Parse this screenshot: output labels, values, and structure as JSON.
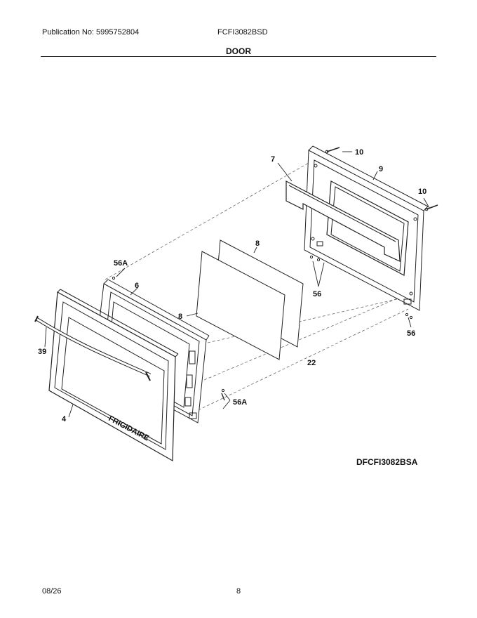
{
  "header": {
    "publication": "Publication No: 5995752804",
    "model": "FCFI3082BSD",
    "section_title": "DOOR"
  },
  "diagram": {
    "callouts": {
      "c7": "7",
      "c10a": "10",
      "c9": "9",
      "c10b": "10",
      "c8a": "8",
      "c56a_top": "56A",
      "c6": "6",
      "c8b": "8",
      "c56a": "56",
      "c56b": "56",
      "c39": "39",
      "c22": "22",
      "c4": "4",
      "c56a_bottom": "56A"
    },
    "handle_brand": "FRIGIDAIRE",
    "code": "DFCFI3082BSA"
  },
  "footer": {
    "date": "08/26",
    "page": "8"
  }
}
